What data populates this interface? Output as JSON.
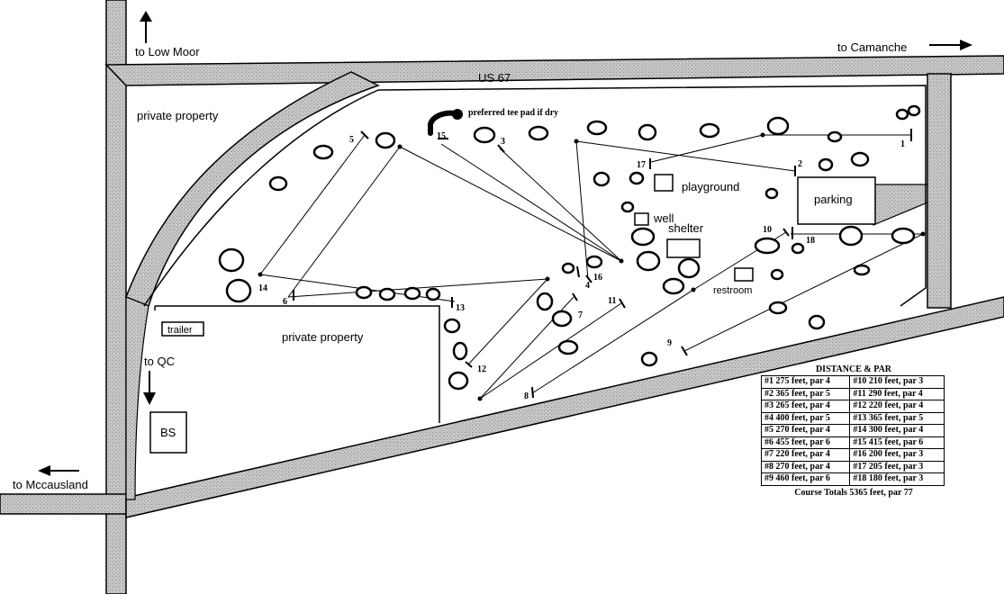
{
  "roads": {
    "top": "US 67",
    "to_low_moor": "to Low Moor",
    "to_camanche": "to Camanche",
    "to_qc": "to QC",
    "to_mccausland": "to Mccausland"
  },
  "areas": {
    "private_property_top": "private property",
    "private_property_bottom": "private property",
    "trailer": "trailer",
    "bs": "BS",
    "parking": "parking",
    "playground": "playground",
    "well": "well",
    "shelter": "shelter",
    "restroom": "restroom",
    "tee_pad_note": "preferred tee pad if dry"
  },
  "holes": {
    "h1": "1",
    "h2": "2",
    "h3": "3",
    "h4": "4",
    "h5": "5",
    "h6": "6",
    "h7": "7",
    "h8": "8",
    "h9": "9",
    "h10": "10",
    "h11": "11",
    "h12": "12",
    "h13": "13",
    "h14": "14",
    "h15": "15",
    "h16": "16",
    "h17": "17",
    "h18": "18"
  },
  "legend": {
    "title": "DISTANCE & PAR",
    "rows": [
      [
        "#1 275 feet, par 4",
        "#10 210 feet, par 3"
      ],
      [
        "#2 365 feet, par 5",
        "#11 290 feet, par 4"
      ],
      [
        "#3 265 feet, par 4",
        "#12 220 feet, par 4"
      ],
      [
        "#4 400 feet, par 5",
        "#13 365 feet, par 5"
      ],
      [
        "#5 270 feet, par 4",
        "#14 300 feet, par 4"
      ],
      [
        "#6 455 feet, par 6",
        "#15 415 feet, par 6"
      ],
      [
        "#7 220 feet, par 4",
        "#16 200 feet, par 3"
      ],
      [
        "#8 270 feet, par 4",
        "#17 205 feet, par 3"
      ],
      [
        "#9 460 feet, par 6",
        "#18 180 feet, par 3"
      ]
    ],
    "totals": "Course Totals 5365 feet, par 77"
  },
  "colors": {
    "road_fill": "#b8b8b8",
    "road_texture": "#8a8a8a",
    "ink": "#000000",
    "background": "#ffffff"
  }
}
